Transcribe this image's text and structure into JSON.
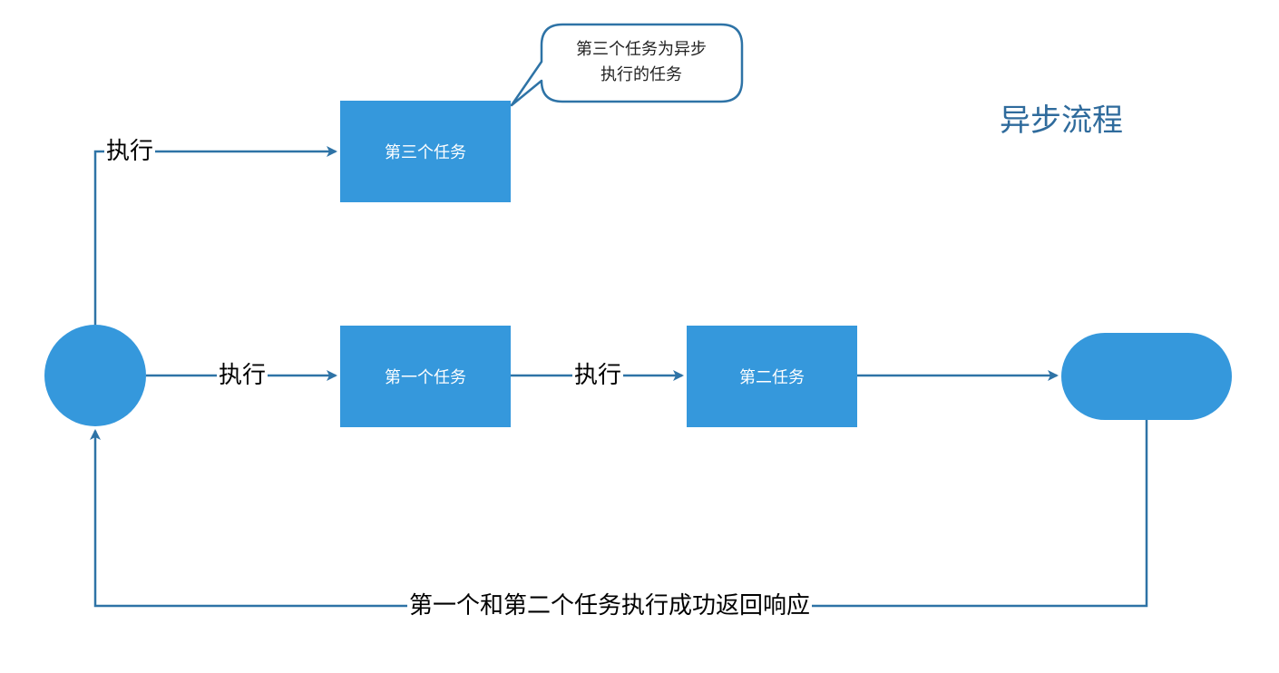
{
  "title": "异步流程",
  "nodes": {
    "task_third": "第三个任务",
    "task_first": "第一个任务",
    "task_second": "第二任务"
  },
  "callout": {
    "line1": "第三个任务为异步",
    "line2": "执行的任务"
  },
  "edges": {
    "exec_to_third": "执行",
    "exec_to_first": "执行",
    "exec_to_second": "执行",
    "return_label": "第一个和第二个任务执行成功返回响应"
  },
  "colors": {
    "node_fill": "#3598dc",
    "edge_stroke": "#2e73a6",
    "title_color": "#2f6b9c",
    "callout_stroke": "#2e73a6"
  }
}
